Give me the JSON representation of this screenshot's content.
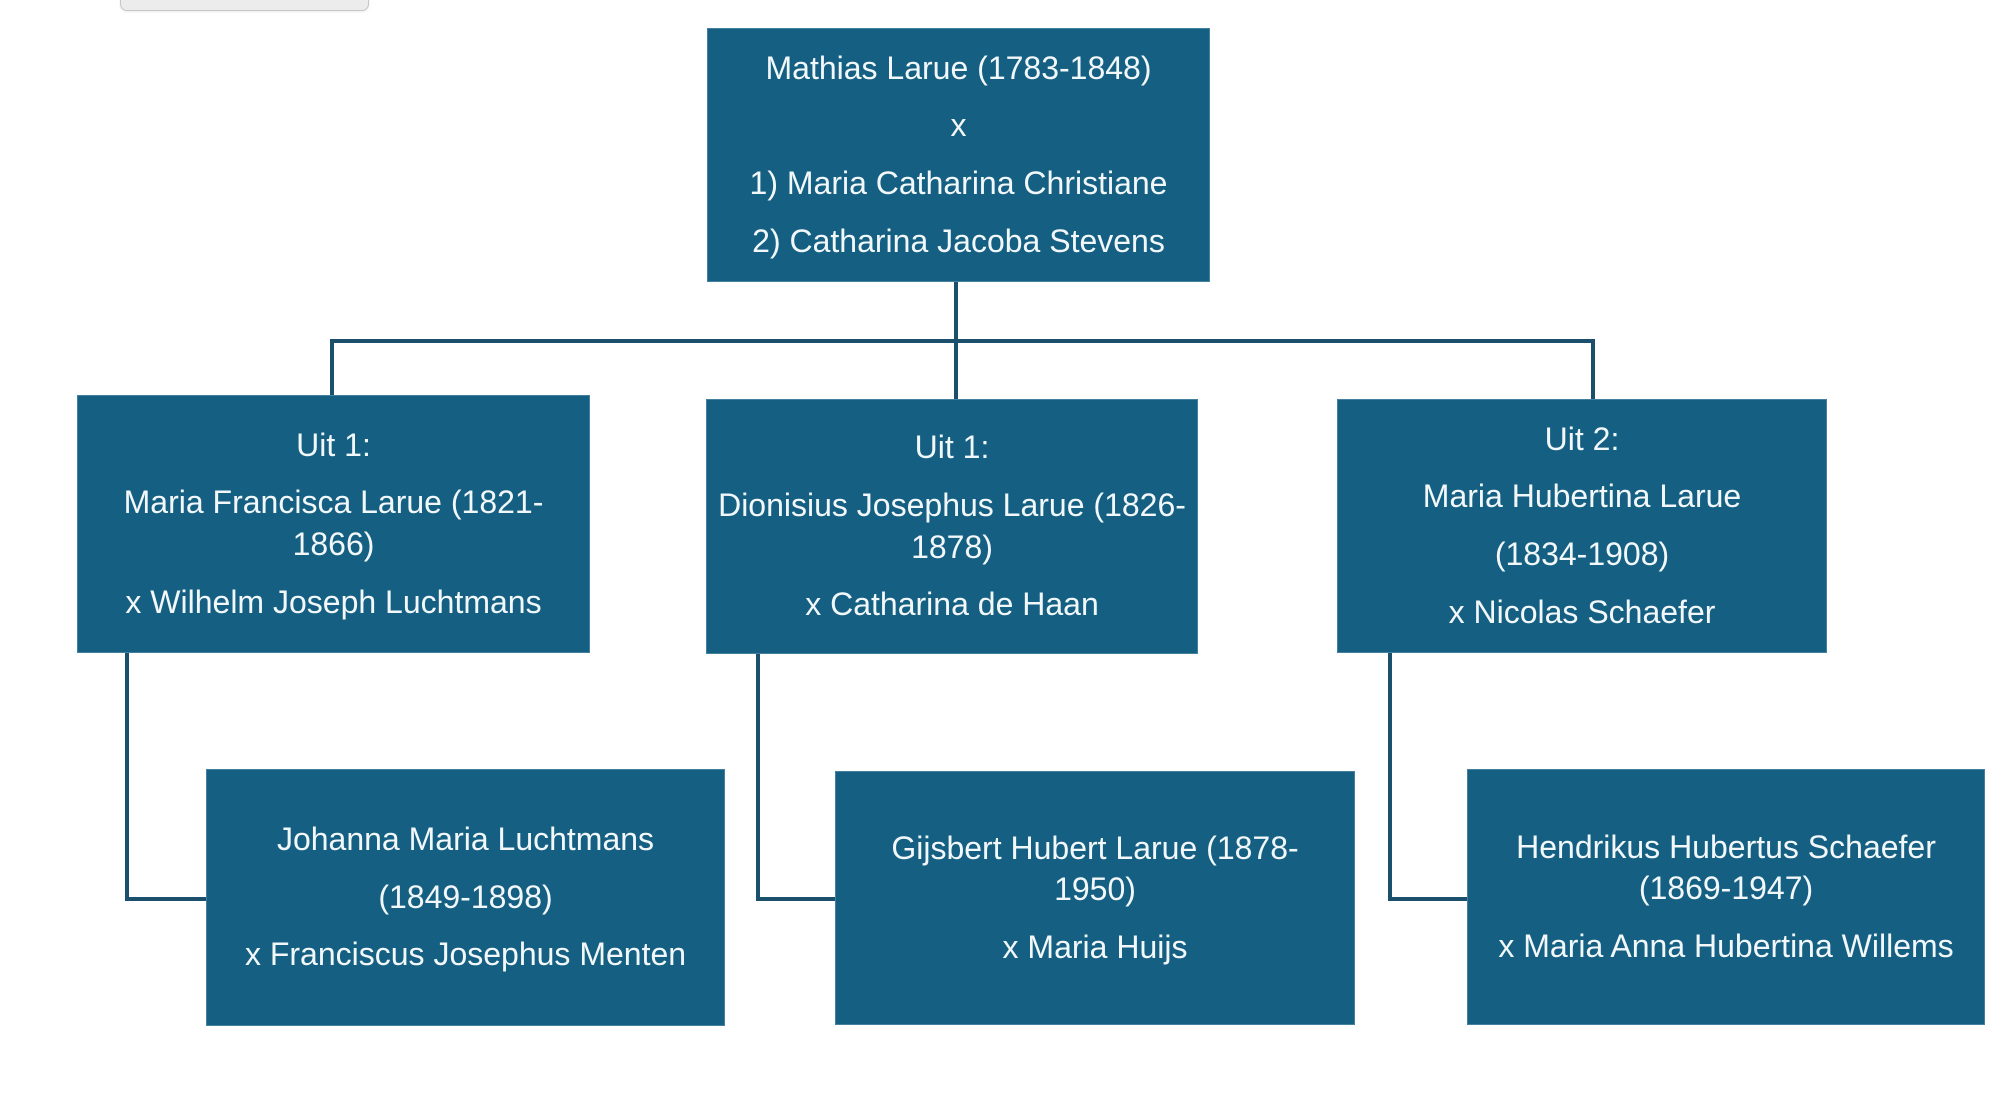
{
  "colors": {
    "background": "#ffffff",
    "node-fill": "#156082",
    "node-border": "#44809f",
    "node-text": "#f2f7fa",
    "connector": "#1a506c",
    "toolbar-fill": "#ececec",
    "toolbar-border": "#c6c6c6"
  },
  "boxes": [
    {
      "id": "mathias-larue",
      "paragraphs": [
        [
          "Mathias Larue (1783-1848)"
        ],
        [
          "x"
        ],
        [
          "1) Maria Catharina Christiane"
        ],
        [
          "2) Catharina Jacoba Stevens"
        ]
      ]
    },
    {
      "id": "maria-francisca-larue",
      "paragraphs": [
        [
          "Uit 1:"
        ],
        [
          "Maria Francisca Larue (1821-",
          "1866)"
        ],
        [
          "x Wilhelm Joseph Luchtmans"
        ]
      ]
    },
    {
      "id": "dionisius-josephus-larue",
      "paragraphs": [
        [
          "Uit 1:"
        ],
        [
          "Dionisius Josephus Larue (1826-",
          "1878)"
        ],
        [
          "x Catharina de Haan"
        ]
      ]
    },
    {
      "id": "maria-hubertina-larue",
      "paragraphs": [
        [
          "Uit 2:"
        ],
        [
          "Maria Hubertina Larue"
        ],
        [
          "(1834-1908)"
        ],
        [
          "x Nicolas Schaefer"
        ]
      ]
    },
    {
      "id": "johanna-maria-luchtmans",
      "paragraphs": [
        [
          "Johanna Maria Luchtmans"
        ],
        [
          "(1849-1898)"
        ],
        [
          "x Franciscus Josephus Menten"
        ]
      ]
    },
    {
      "id": "gijsbert-hubert-larue",
      "paragraphs": [
        [
          "Gijsbert Hubert Larue (1878-",
          "1950)"
        ],
        [
          "x Maria Huijs"
        ]
      ]
    },
    {
      "id": "hendrikus-hubertus-schaefer",
      "paragraphs": [
        [
          "Hendrikus Hubertus Schaefer",
          "(1869-1947)"
        ],
        [
          "x Maria Anna Hubertina Willems"
        ]
      ]
    }
  ]
}
